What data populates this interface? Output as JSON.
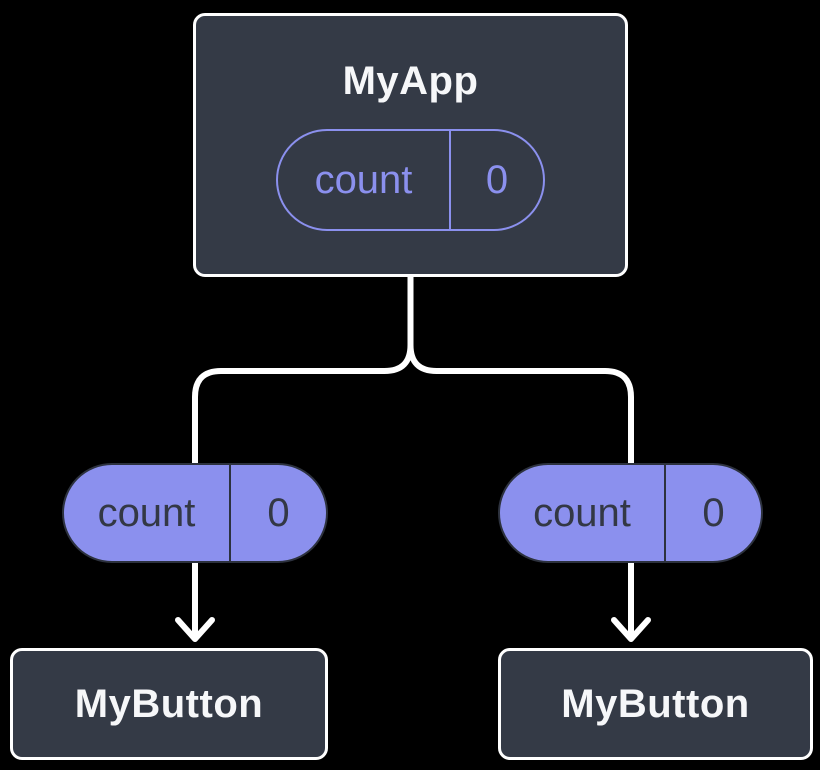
{
  "colors": {
    "background": "#000000",
    "box_fill": "#343a46",
    "box_border": "#ffffff",
    "box_text": "#f6f7f9",
    "purple": "#8b90ee",
    "pill_dark_border": "#2d323e",
    "pill_dark_text": "#333845",
    "connector": "#ffffff"
  },
  "tree": {
    "root": {
      "title": "MyApp",
      "state": {
        "label": "count",
        "value": "0"
      }
    },
    "children": [
      {
        "title": "MyButton",
        "prop": {
          "label": "count",
          "value": "0"
        }
      },
      {
        "title": "MyButton",
        "prop": {
          "label": "count",
          "value": "0"
        }
      }
    ]
  }
}
